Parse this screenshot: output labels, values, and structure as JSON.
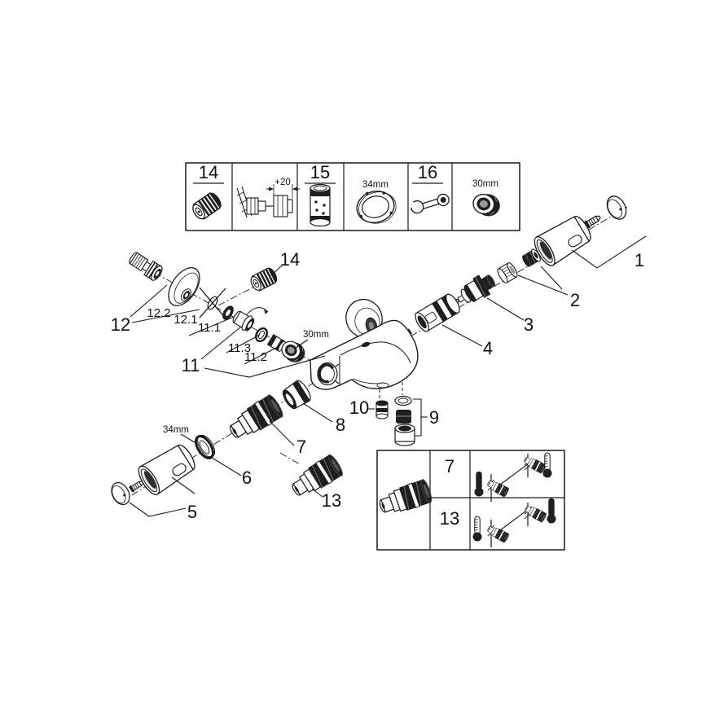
{
  "top_table": {
    "p14": "14",
    "dim_offset": "+20",
    "p15": "15",
    "dim_ring": "34mm",
    "p16": "16",
    "dim_nut": "30mm"
  },
  "labels": {
    "p1": "1",
    "p2": "2",
    "p3": "3",
    "p4": "4",
    "p5": "5",
    "p6": "6",
    "p7": "7",
    "p8": "8",
    "p9": "9",
    "p10": "10",
    "p11": "11",
    "p11_1": "11.1",
    "p11_2": "11.2",
    "p11_3": "11.3",
    "p12": "12",
    "p12_1": "12.1",
    "p12_2": "12.2",
    "p13": "13",
    "p14": "14",
    "dim30": "30mm",
    "dim34": "34mm"
  },
  "flow_table": {
    "rows": [
      {
        "part": "7"
      },
      {
        "part": "13"
      }
    ]
  },
  "colors": {
    "ink": "#1a1a1a",
    "dark_fill": "#1f1f1f",
    "background": "#ffffff"
  }
}
